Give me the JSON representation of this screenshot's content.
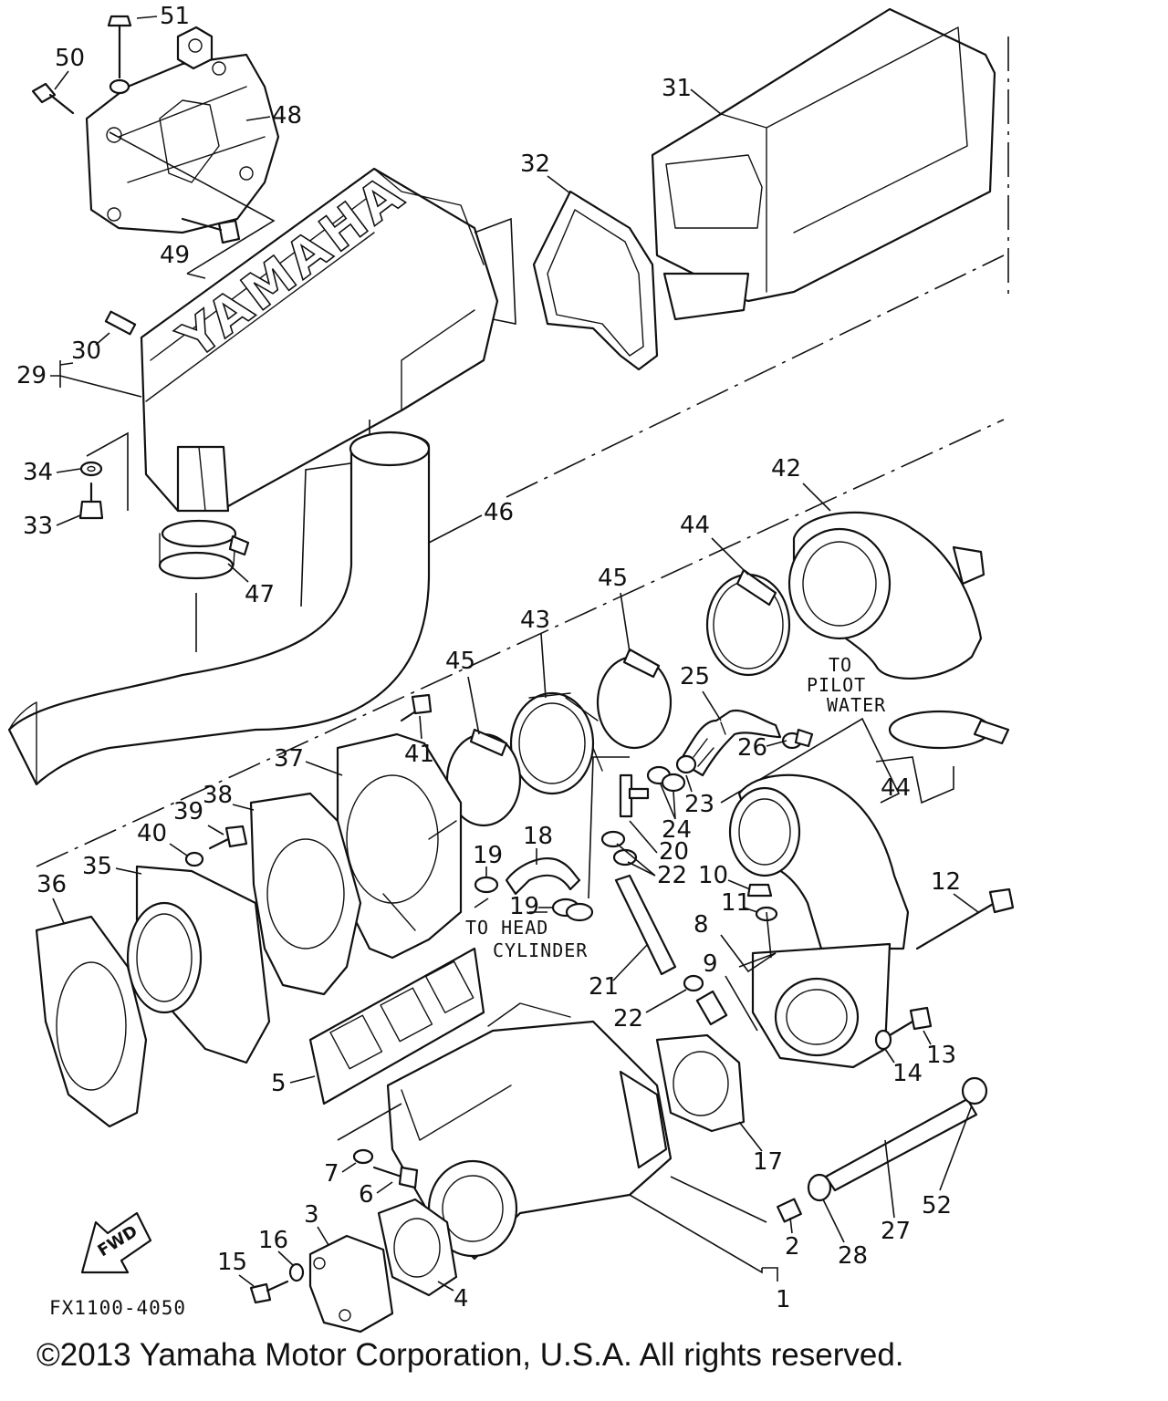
{
  "diagram": {
    "code": "FX1100-4050",
    "copyright": "©2013 Yamaha Motor Corporation, U.S.A. All rights reserved.",
    "brand_text": "YAMAHA",
    "fwd_label": "FWD",
    "notes": {
      "to_pilot_water_1": "TO",
      "to_pilot_water_2": "PILOT",
      "to_pilot_water_3": "WATER",
      "to_head_cylinder_1": "TO HEAD",
      "to_head_cylinder_2": "CYLINDER"
    },
    "parts": [
      {
        "id": "p51",
        "label": "51"
      },
      {
        "id": "p50",
        "label": "50"
      },
      {
        "id": "p48",
        "label": "48"
      },
      {
        "id": "p49",
        "label": "49"
      },
      {
        "id": "p31",
        "label": "31"
      },
      {
        "id": "p32",
        "label": "32"
      },
      {
        "id": "p30",
        "label": "30"
      },
      {
        "id": "p29",
        "label": "29"
      },
      {
        "id": "p34",
        "label": "34"
      },
      {
        "id": "p33",
        "label": "33"
      },
      {
        "id": "p46",
        "label": "46"
      },
      {
        "id": "p47",
        "label": "47"
      },
      {
        "id": "p42",
        "label": "42"
      },
      {
        "id": "p44a",
        "label": "44"
      },
      {
        "id": "p45a",
        "label": "45"
      },
      {
        "id": "p43",
        "label": "43"
      },
      {
        "id": "p45b",
        "label": "45"
      },
      {
        "id": "p25",
        "label": "25"
      },
      {
        "id": "p41",
        "label": "41"
      },
      {
        "id": "p37",
        "label": "37"
      },
      {
        "id": "p26",
        "label": "26"
      },
      {
        "id": "p44b",
        "label": "44"
      },
      {
        "id": "p23",
        "label": "23"
      },
      {
        "id": "p24",
        "label": "24"
      },
      {
        "id": "p38",
        "label": "38"
      },
      {
        "id": "p39",
        "label": "39"
      },
      {
        "id": "p40",
        "label": "40"
      },
      {
        "id": "p18",
        "label": "18"
      },
      {
        "id": "p20",
        "label": "20"
      },
      {
        "id": "p35",
        "label": "35"
      },
      {
        "id": "p19a",
        "label": "19"
      },
      {
        "id": "p22a",
        "label": "22"
      },
      {
        "id": "p10",
        "label": "10"
      },
      {
        "id": "p12",
        "label": "12"
      },
      {
        "id": "p11",
        "label": "11"
      },
      {
        "id": "p36",
        "label": "36"
      },
      {
        "id": "p19b",
        "label": "19"
      },
      {
        "id": "p8",
        "label": "8"
      },
      {
        "id": "p9",
        "label": "9"
      },
      {
        "id": "p21",
        "label": "21"
      },
      {
        "id": "p22b",
        "label": "22"
      },
      {
        "id": "p13",
        "label": "13"
      },
      {
        "id": "p14",
        "label": "14"
      },
      {
        "id": "p5",
        "label": "5"
      },
      {
        "id": "p17",
        "label": "17"
      },
      {
        "id": "p7",
        "label": "7"
      },
      {
        "id": "p6",
        "label": "6"
      },
      {
        "id": "p52",
        "label": "52"
      },
      {
        "id": "p3",
        "label": "3"
      },
      {
        "id": "p27",
        "label": "27"
      },
      {
        "id": "p16",
        "label": "16"
      },
      {
        "id": "p2",
        "label": "2"
      },
      {
        "id": "p28",
        "label": "28"
      },
      {
        "id": "p15",
        "label": "15"
      },
      {
        "id": "p4",
        "label": "4"
      },
      {
        "id": "p1",
        "label": "1"
      }
    ]
  }
}
